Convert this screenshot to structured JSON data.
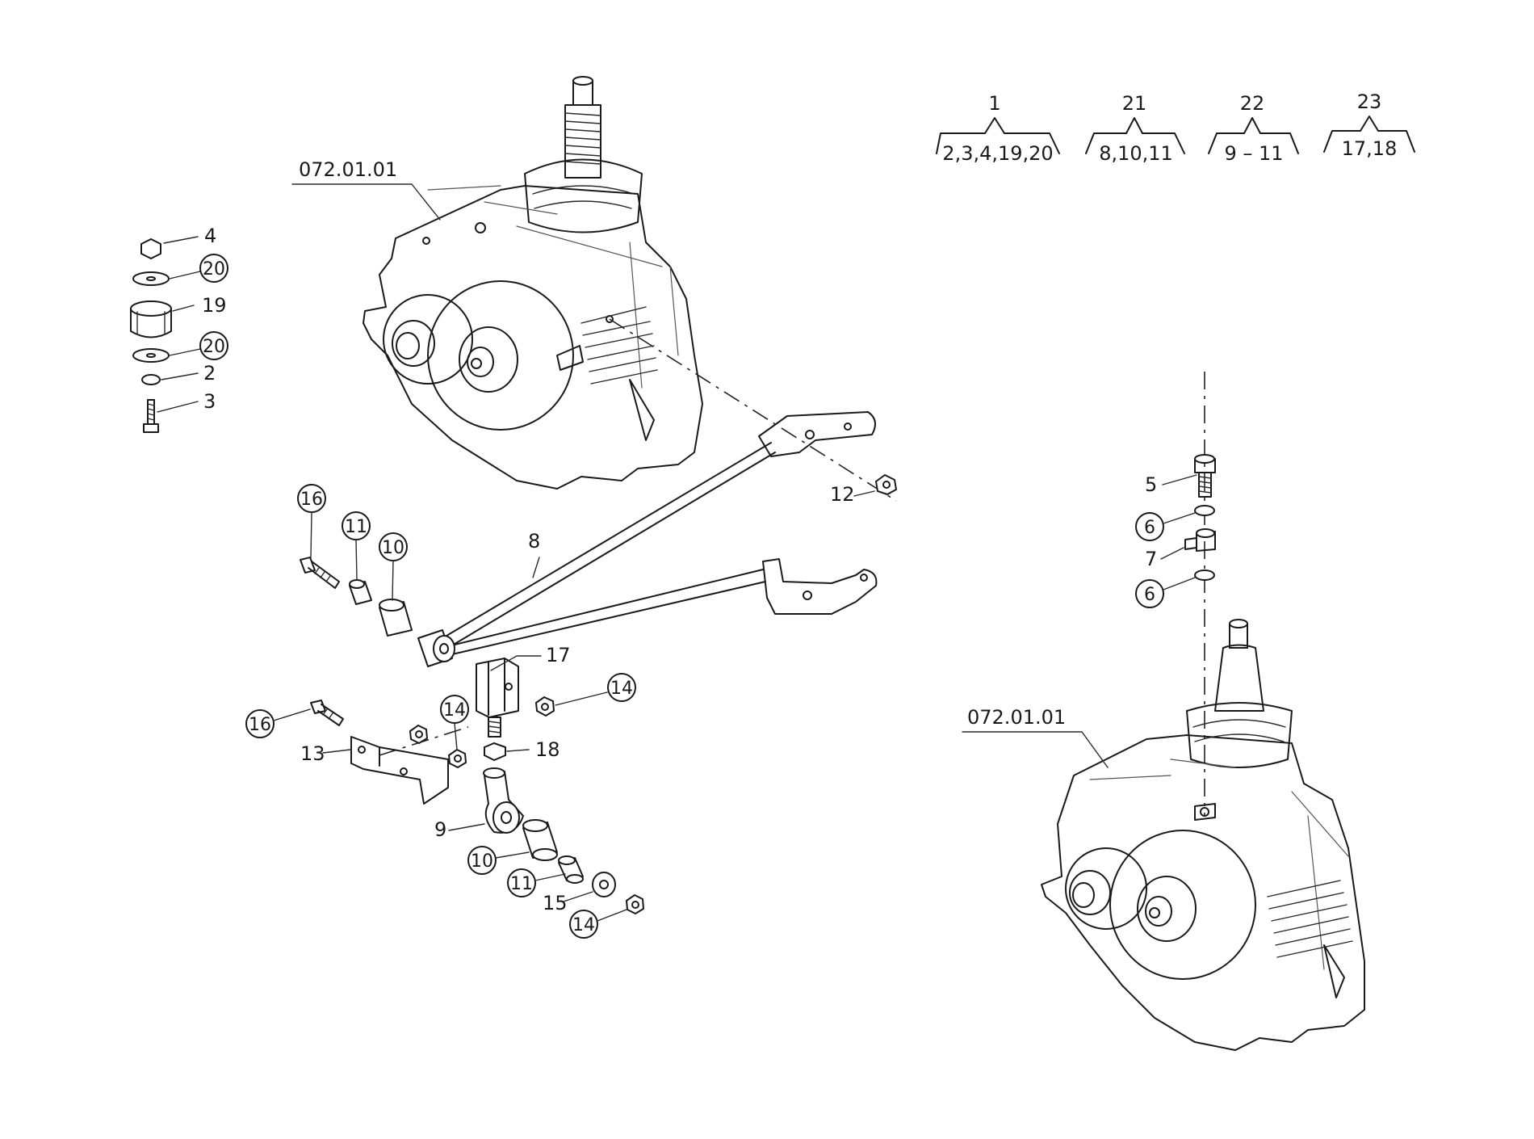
{
  "drawing_refs": {
    "top": "072.01.01",
    "bottom": "072.01.01"
  },
  "kits": [
    {
      "id": "1",
      "contents": "2,3,4,19,20"
    },
    {
      "id": "21",
      "contents": "8,10,11"
    },
    {
      "id": "22",
      "contents": "9 – 11"
    },
    {
      "id": "23",
      "contents": "17,18"
    }
  ],
  "callouts": {
    "c4": "4",
    "c20a": "20",
    "c19": "19",
    "c20b": "20",
    "c2": "2",
    "c3": "3",
    "c12": "12",
    "c16a": "16",
    "c11a": "11",
    "c10a": "10",
    "c8": "8",
    "c17": "17",
    "c14a": "14",
    "c14b": "14",
    "c16b": "16",
    "c13": "13",
    "c18": "18",
    "c9": "9",
    "c10b": "10",
    "c11b": "11",
    "c15": "15",
    "c14c": "14",
    "c5": "5",
    "c6a": "6",
    "c7": "7",
    "c6b": "6"
  }
}
